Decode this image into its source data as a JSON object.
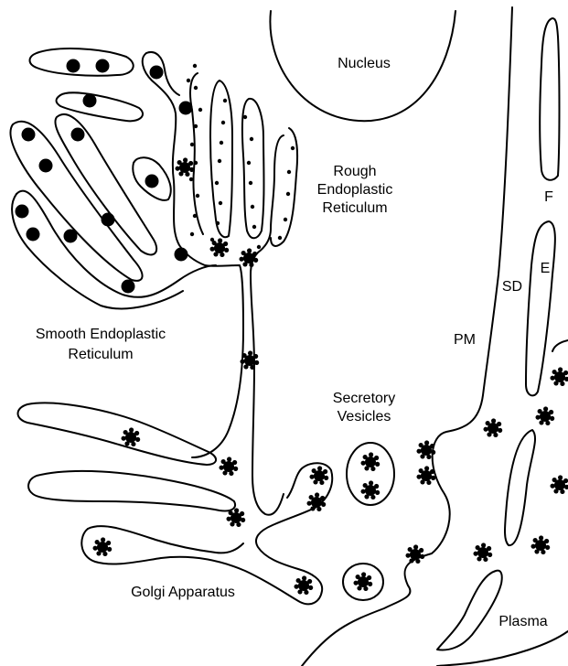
{
  "labels": {
    "nucleus": "Nucleus",
    "rough_er": [
      "Rough",
      "Endoplastic",
      "Reticulum"
    ],
    "smooth_er": [
      "Smooth Endoplastic",
      "Reticulum"
    ],
    "secretory_vesicles": [
      "Secretory",
      "Vesicles"
    ],
    "golgi_apparatus": "Golgi Apparatus",
    "plasma": "Plasma",
    "f": "F",
    "e": "E",
    "sd": "SD",
    "pm": "PM"
  }
}
